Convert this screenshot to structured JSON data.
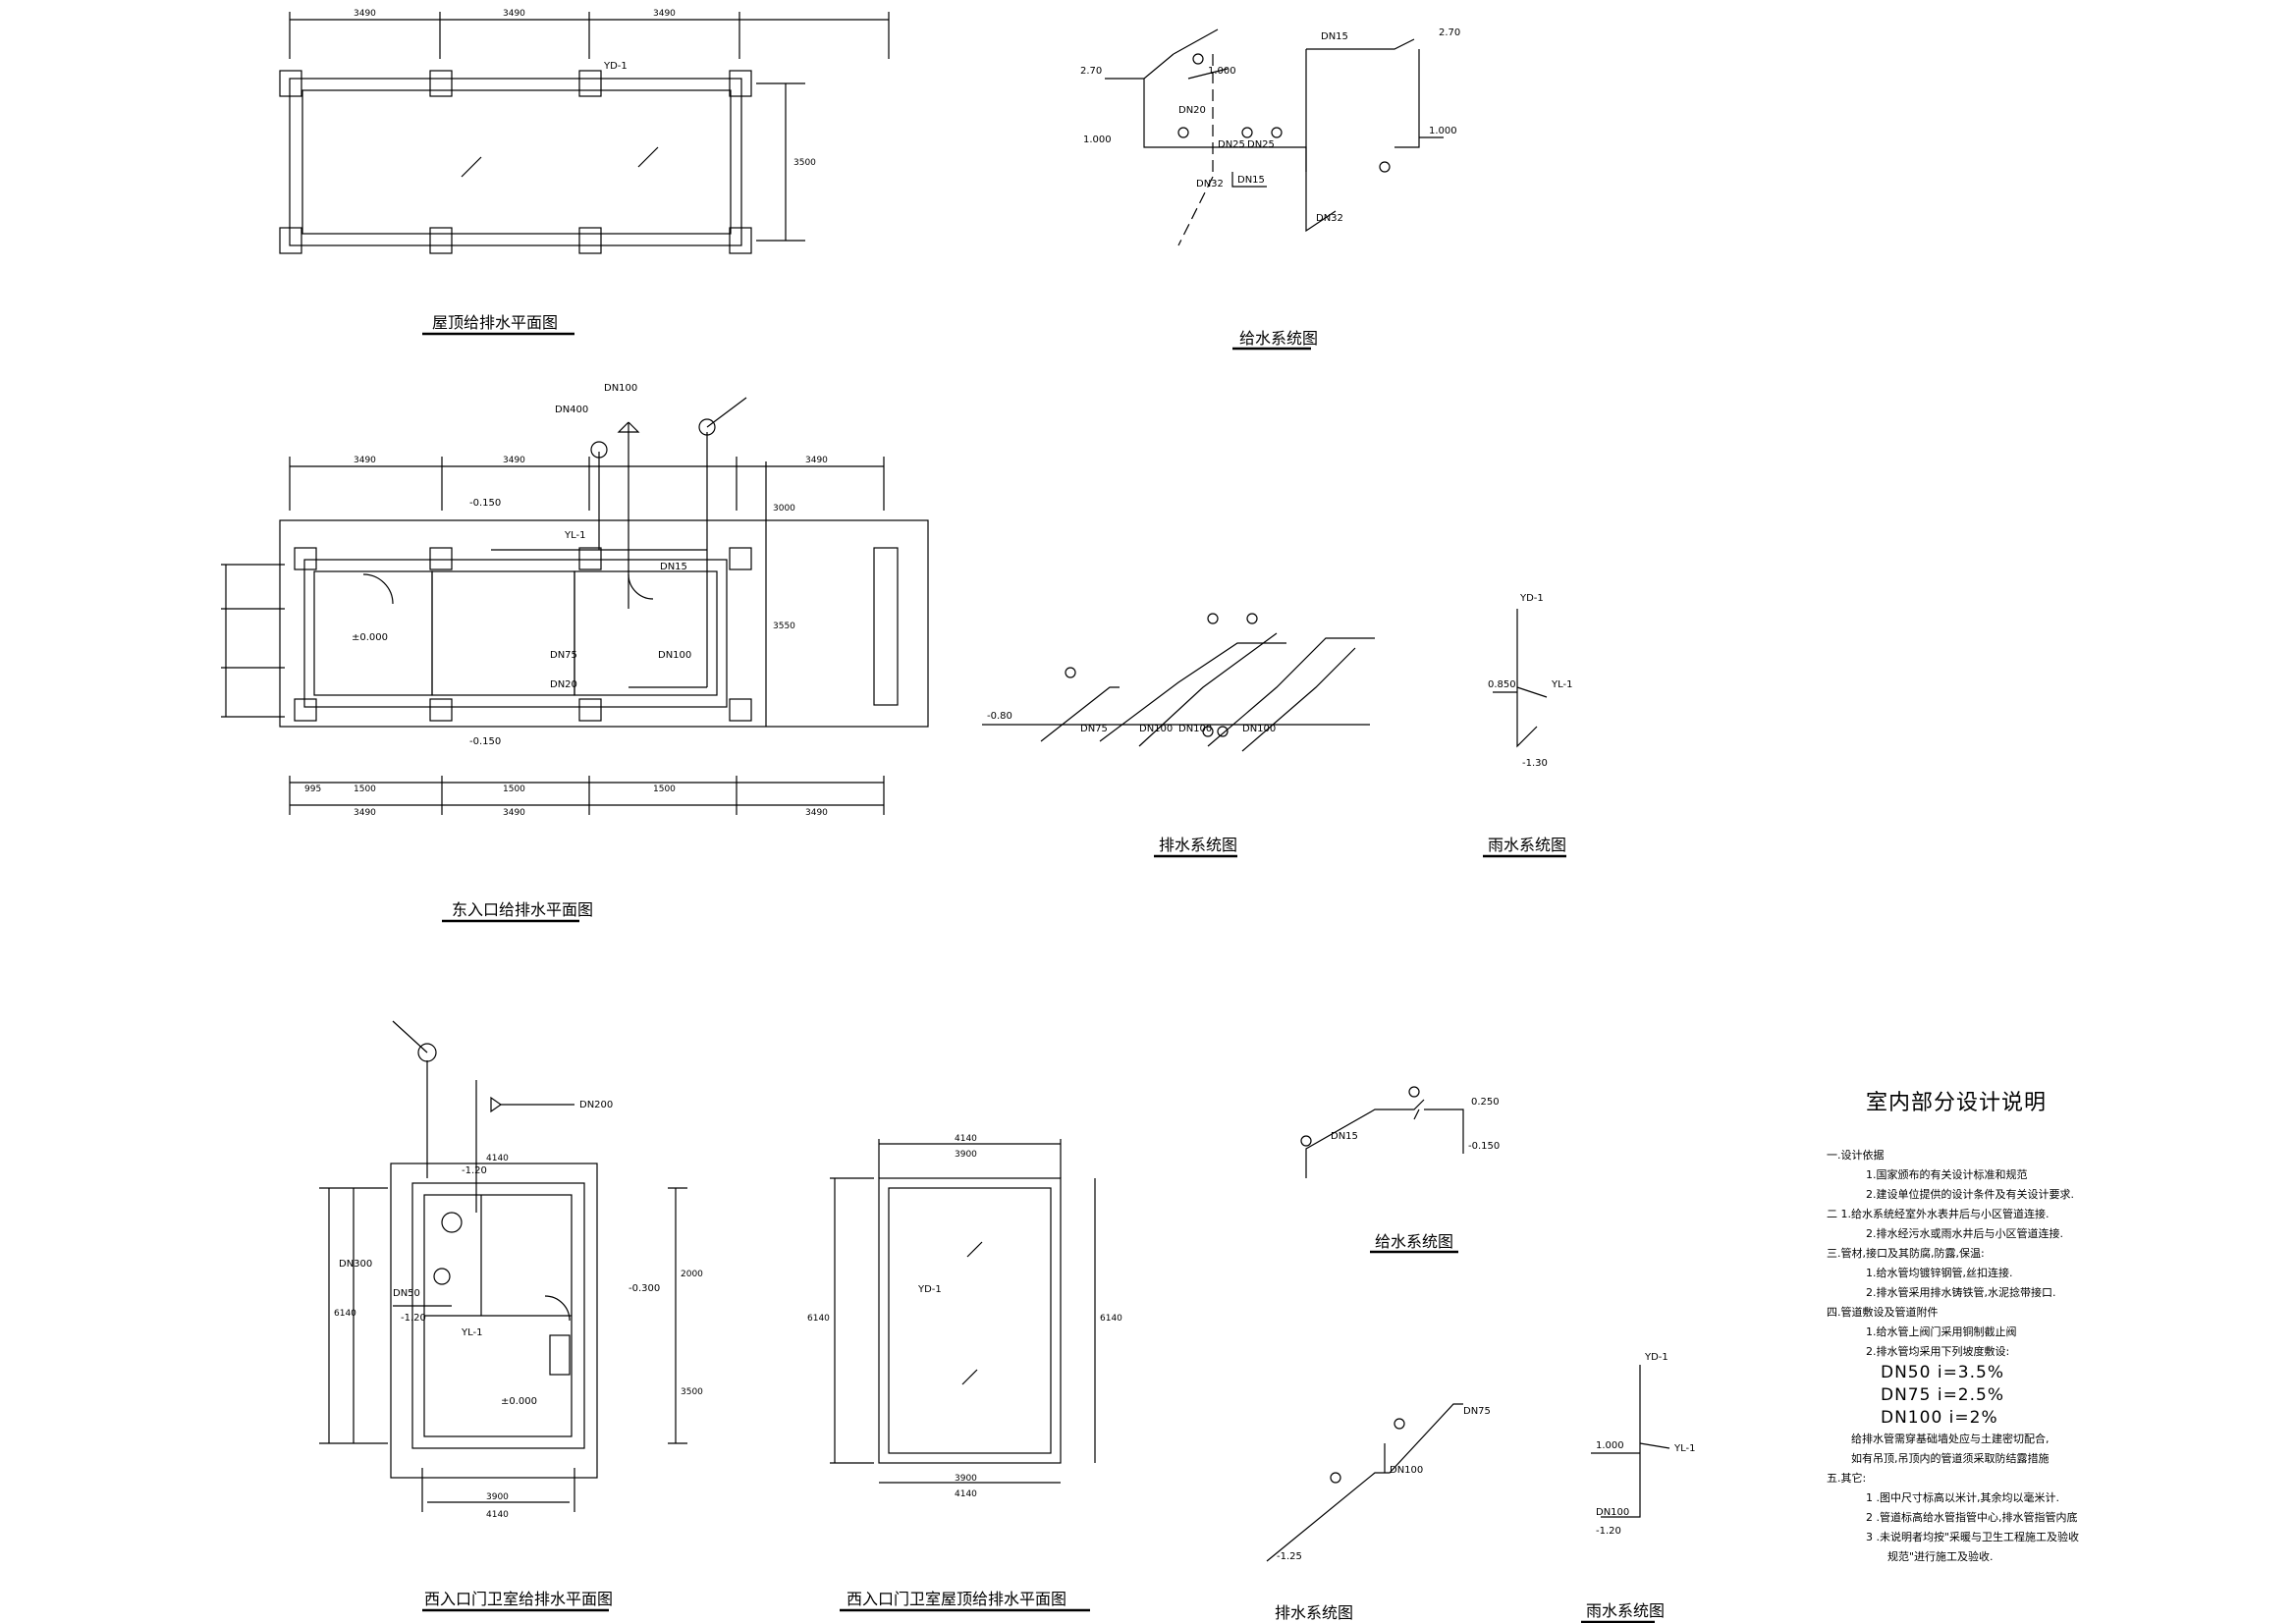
{
  "titles": {
    "roof_plan": "屋顶给排水平面图",
    "supply_system_1": "给水系统图",
    "east_plan": "东入口给排水平面图",
    "drain_system_1": "排水系统图",
    "rain_system_1": "雨水系统图",
    "west_guard_plan": "西入口门卫室给排水平面图",
    "west_roof_plan": "西入口门卫室屋顶给排水平面图",
    "supply_system_2": "给水系统图",
    "drain_system_2": "排水系统图",
    "rain_system_2": "雨水系统图"
  },
  "dims": {
    "d3490": "3490",
    "d3500": "3500",
    "d3550": "3550",
    "d3000": "3000",
    "d4140": "4140",
    "d3900": "3900",
    "d6140": "6140",
    "d2000": "2000",
    "d3500b": "3500",
    "d1500": "1500",
    "d995": "995"
  },
  "labels": {
    "yd1": "YD-1",
    "yl1": "YL-1",
    "dn15": "DN15",
    "dn20": "DN20",
    "dn25": "DN25",
    "dn32": "DN32",
    "dn50": "DN50",
    "dn75": "DN75",
    "dn100": "DN100",
    "dn100_top": "DN100",
    "dn400": "DN400",
    "dn200": "DN200",
    "dn300": "DN300",
    "elev_270": "2.70",
    "elev_1000": "1.000",
    "elev_m120": "-1.20",
    "elev_m150": "-0.150",
    "elev_150": "-0.150",
    "elev_0": "±0.000",
    "elev_m080": "-0.80",
    "elev_0850": "0.850",
    "elev_0250": "0.250",
    "elev_m300": "-0.300",
    "elev_m130": "-1.30",
    "elev_m125": "-1.25"
  },
  "notes": {
    "title": "室内部分设计说明",
    "lines": [
      {
        "text": "一.设计依据",
        "big": false,
        "indent": 0
      },
      {
        "text": "1.国家颁布的有关设计标准和规范",
        "big": false,
        "indent": 40
      },
      {
        "text": "2.建设单位提供的设计条件及有关设计要求.",
        "big": false,
        "indent": 40
      },
      {
        "text": "二  1.给水系统经室外水表井后与小区管道连接.",
        "big": false,
        "indent": 0
      },
      {
        "text": "2.排水经污水或雨水井后与小区管道连接.",
        "big": false,
        "indent": 40
      },
      {
        "text": "三.管材,接口及其防腐,防露,保温:",
        "big": false,
        "indent": 0
      },
      {
        "text": "1.给水管均镀锌钢管,丝扣连接.",
        "big": false,
        "indent": 40
      },
      {
        "text": "2.排水管采用排水铸铁管,水泥捻带接口.",
        "big": false,
        "indent": 40
      },
      {
        "text": "四.管道敷设及管道附件",
        "big": false,
        "indent": 0
      },
      {
        "text": "1.给水管上阀门采用铜制截止阀",
        "big": false,
        "indent": 40
      },
      {
        "text": "2.排水管均采用下列坡度敷设:",
        "big": false,
        "indent": 40
      },
      {
        "text": "DN50  i=3.5%",
        "big": true,
        "indent": 55
      },
      {
        "text": "DN75  i=2.5%",
        "big": true,
        "indent": 55
      },
      {
        "text": "DN100  i=2%",
        "big": true,
        "indent": 55
      },
      {
        "text": "给排水管需穿基础墙处应与土建密切配合,",
        "big": false,
        "indent": 25
      },
      {
        "text": "如有吊顶,吊顶内的管道须采取防结露措施",
        "big": false,
        "indent": 25
      },
      {
        "text": "五.其它:",
        "big": false,
        "indent": 0
      },
      {
        "text": "1  .图中尺寸标高以米计,其余均以毫米计.",
        "big": false,
        "indent": 40
      },
      {
        "text": "2  .管道标高给水管指管中心,排水管指管内底",
        "big": false,
        "indent": 40
      },
      {
        "text": "3  .未说明者均按\"采暖与卫生工程施工及验收",
        "big": false,
        "indent": 40
      },
      {
        "text": "规范\"进行施工及验收.",
        "big": false,
        "indent": 62
      }
    ]
  }
}
